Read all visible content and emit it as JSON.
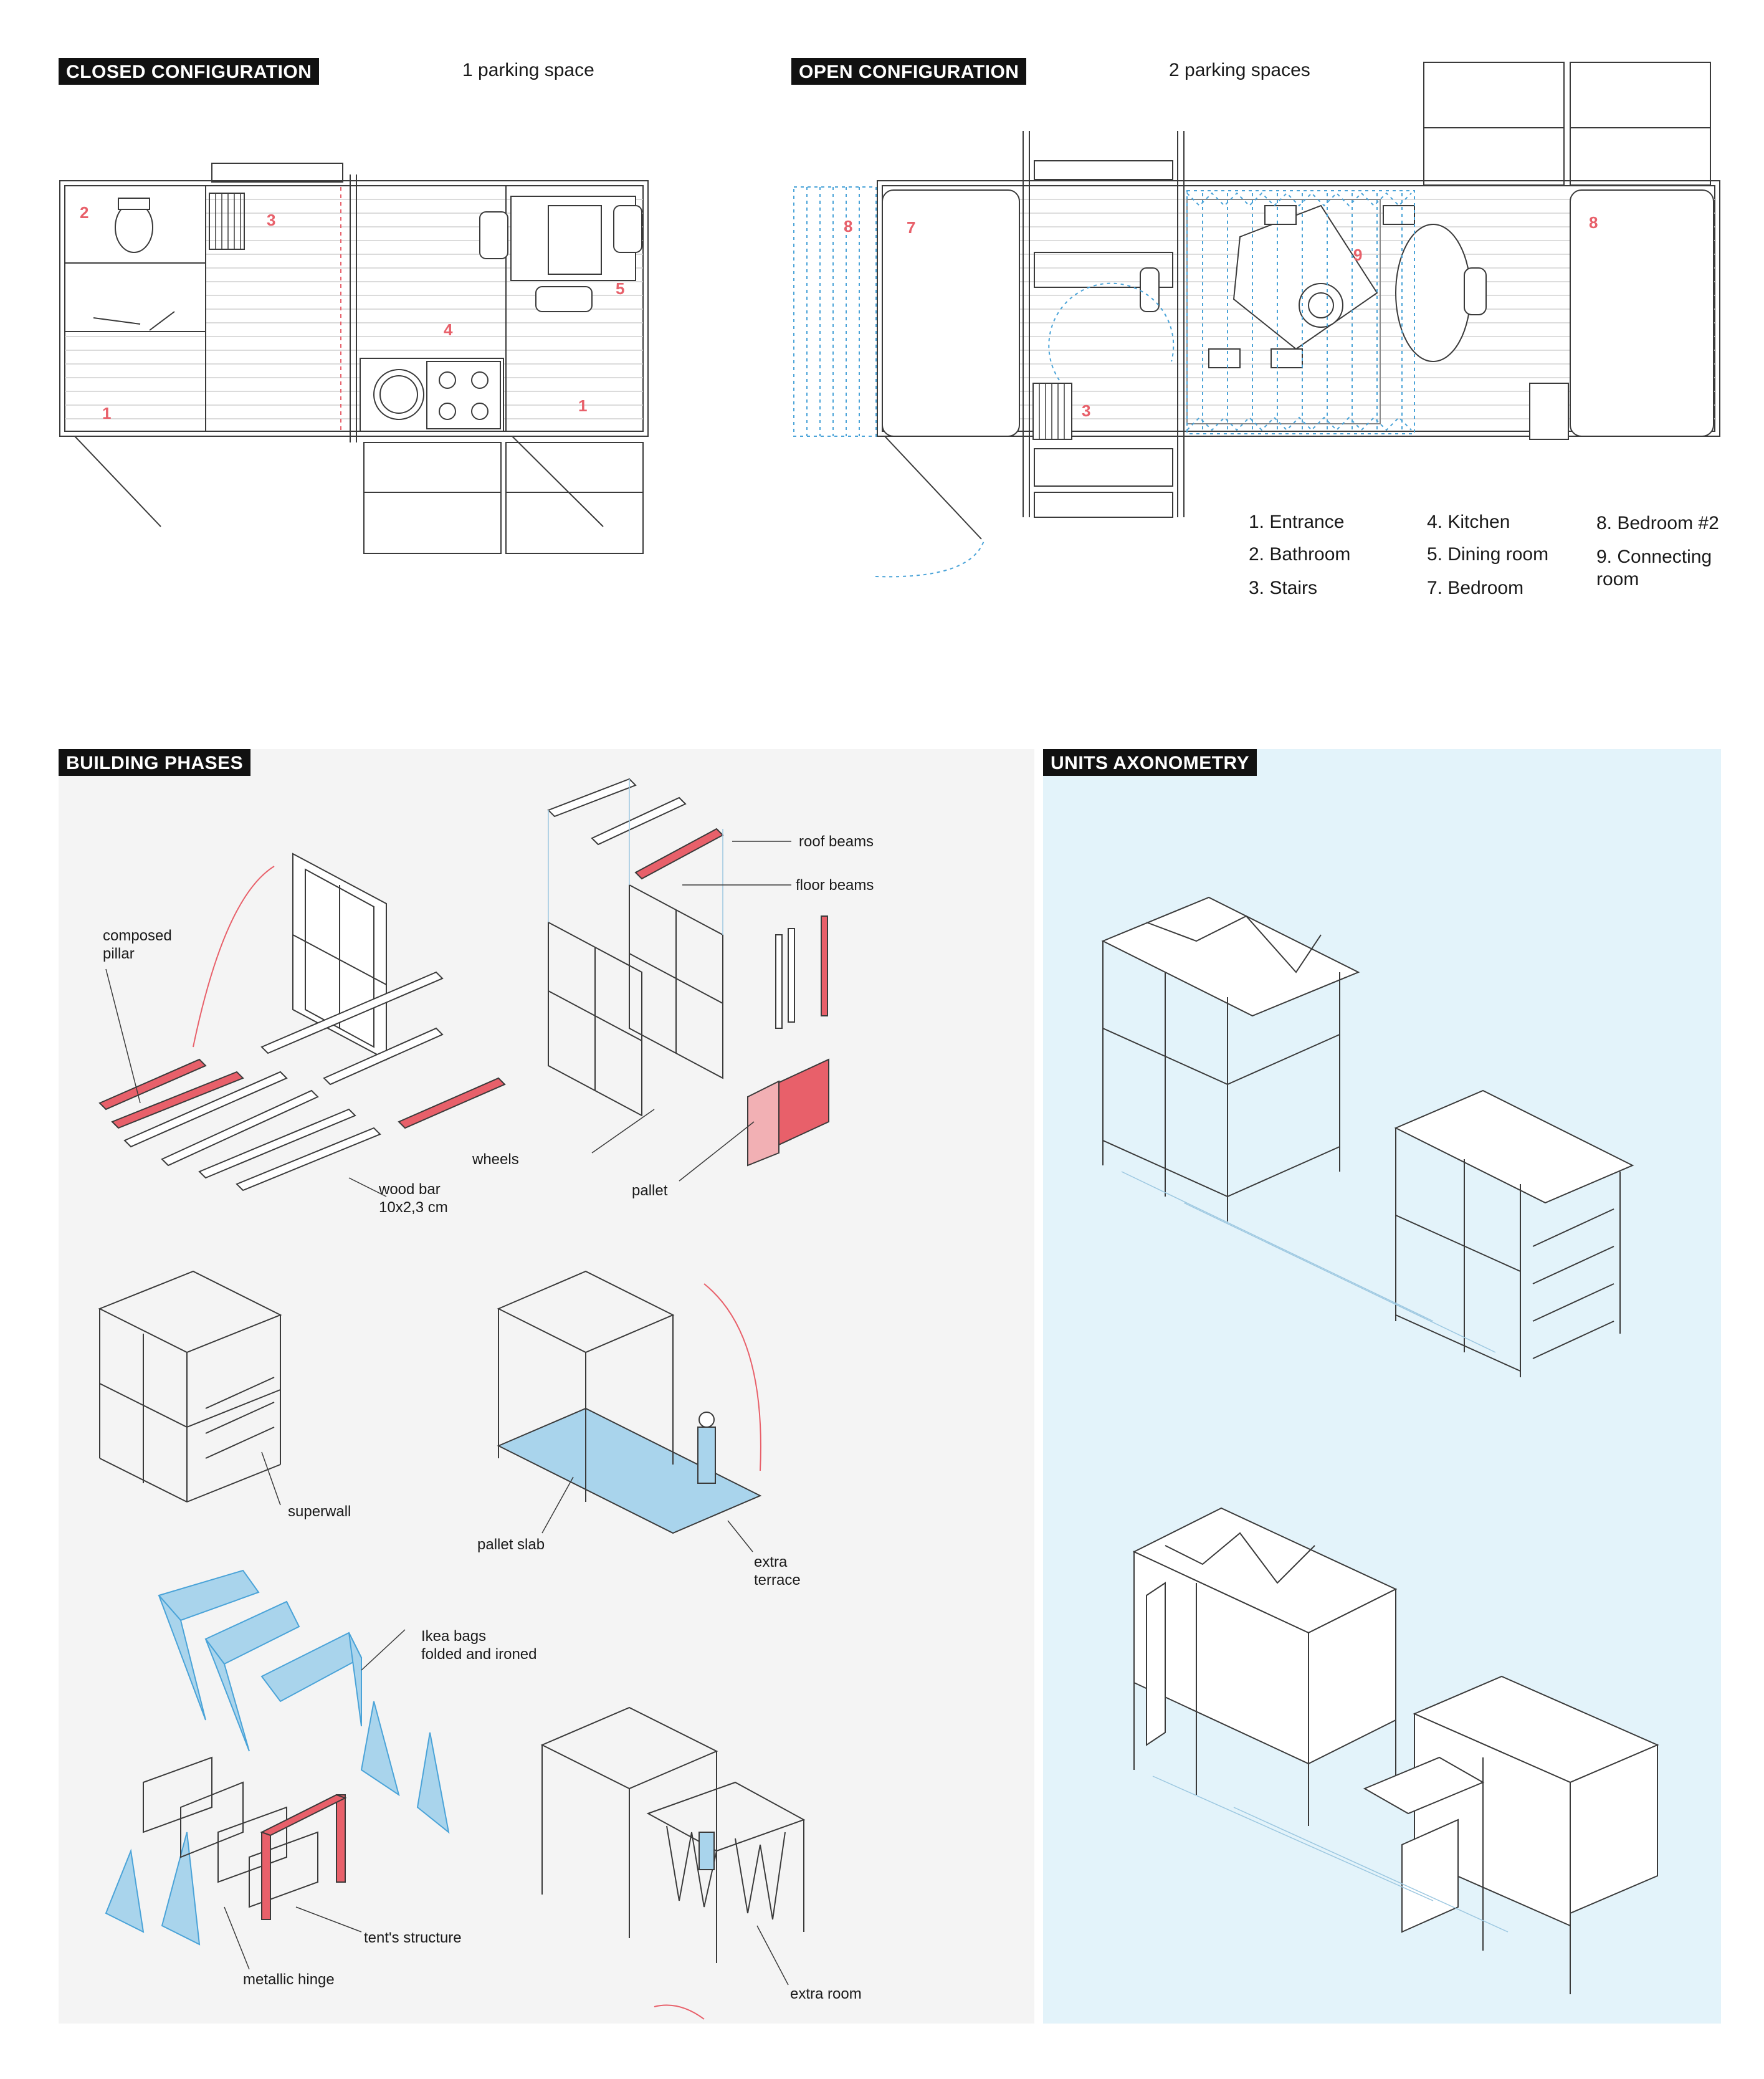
{
  "sections": {
    "closed": {
      "title": "CLOSED CONFIGURATION",
      "subtitle": "1 parking space"
    },
    "open": {
      "title": "OPEN CONFIGURATION",
      "subtitle": "2 parking spaces"
    },
    "phases": {
      "title": "BUILDING PHASES"
    },
    "axo": {
      "title": "UNITS AXONOMETRY"
    }
  },
  "closed_room_numbers": [
    "2",
    "3",
    "5",
    "4",
    "1",
    "1"
  ],
  "open_room_numbers": [
    "8",
    "7",
    "9",
    "8",
    "3"
  ],
  "legend": [
    "1. Entrance",
    "2. Bathroom",
    "3. Stairs",
    "4. Kitchen",
    "5. Dining room",
    "7. Bedroom",
    "8. Bedroom #2",
    "9. Connecting room"
  ],
  "phase_labels": {
    "composed_pillar": "composed\npillar",
    "wood_bar": "wood bar\n10x2,3 cm",
    "roof_beams": "roof beams",
    "floor_beams": "floor beams",
    "wheels": "wheels",
    "pallet": "pallet",
    "superwall": "superwall",
    "pallet_slab": "pallet slab",
    "extra_terrace": "extra\nterrace",
    "ikea_bags": "Ikea bags\nfolded and ironed",
    "tents_structure": "tent's structure",
    "metallic_hinge": "metallic hinge",
    "extra_room": "extra room"
  },
  "colors": {
    "accent_red": "#e8606a",
    "accent_blue": "#4aa3d8",
    "panel_grey": "#f4f4f4",
    "panel_blue": "#e3f3fa",
    "line": "#3a3a3a"
  }
}
